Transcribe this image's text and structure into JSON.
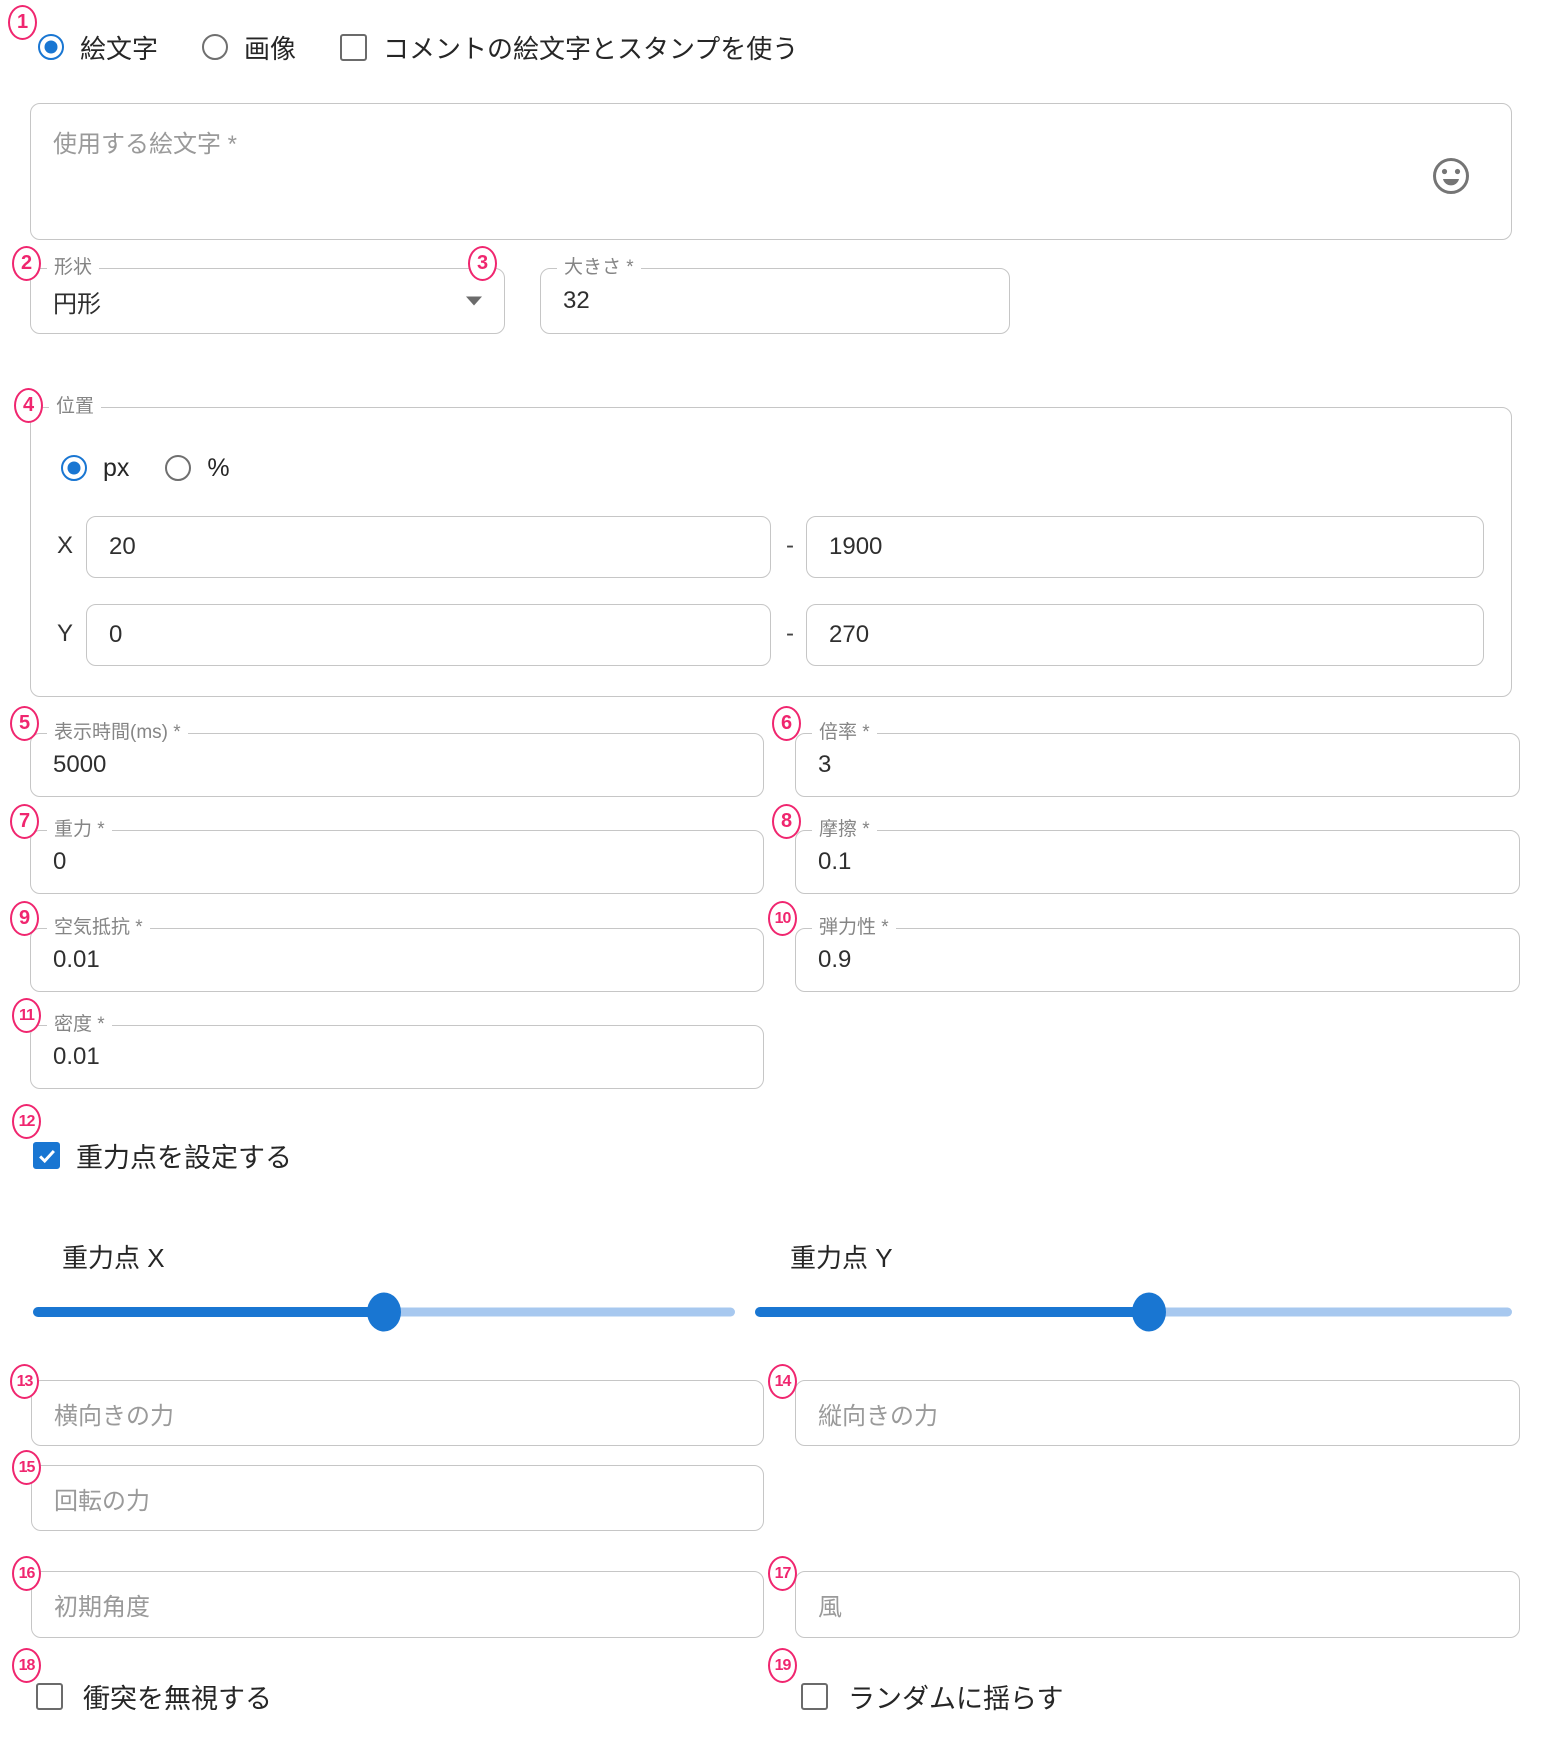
{
  "colors": {
    "accent_blue": "#1976d2",
    "annotation_pink": "#f0266f",
    "slider_track_light": "#a7c8ef",
    "field_border": "#c6c6c6"
  },
  "annotations": [
    "1",
    "2",
    "3",
    "4",
    "5",
    "6",
    "7",
    "8",
    "9",
    "10",
    "11",
    "12",
    "13",
    "14",
    "15",
    "16",
    "17",
    "18",
    "19"
  ],
  "top_row": {
    "emoji_radio_label": "絵文字",
    "image_radio_label": "画像",
    "comment_checkbox_label": "コメントの絵文字とスタンプを使う",
    "emoji_selected": true,
    "comment_checked": false
  },
  "emoji_textarea": {
    "placeholder": "使用する絵文字 *",
    "value": "",
    "icon": "emoji-smiley-icon"
  },
  "shape_select": {
    "label": "形状",
    "value": "円形",
    "icon": "dropdown-arrow-icon"
  },
  "size_field": {
    "label": "大きさ *",
    "value": "32"
  },
  "position": {
    "legend": "位置",
    "px_label": "px",
    "percent_label": "%",
    "unit_selected": "px",
    "x_label": "X",
    "x_min": "20",
    "x_max": "1900",
    "y_label": "Y",
    "y_min": "0",
    "y_max": "270",
    "separator": "-"
  },
  "fields": {
    "duration": {
      "label": "表示時間(ms) *",
      "value": "5000"
    },
    "scale": {
      "label": "倍率 *",
      "value": "3"
    },
    "gravity": {
      "label": "重力 *",
      "value": "0"
    },
    "friction": {
      "label": "摩擦 *",
      "value": "0.1"
    },
    "air": {
      "label": "空気抵抗 *",
      "value": "0.01"
    },
    "restitution": {
      "label": "弾力性 *",
      "value": "0.9"
    },
    "density": {
      "label": "密度 *",
      "value": "0.01"
    }
  },
  "gravity_point": {
    "checkbox_label": "重力点を設定する",
    "checked": true,
    "x_label": "重力点 X",
    "y_label": "重力点 Y",
    "x_percent": 50,
    "y_percent": 52
  },
  "force_fields": {
    "horizontal_placeholder": "横向きの力",
    "vertical_placeholder": "縦向きの力",
    "rotation_placeholder": "回転の力",
    "angle_placeholder": "初期角度",
    "wind_placeholder": "風"
  },
  "bottom_checkboxes": {
    "ignore_collision_label": "衝突を無視する",
    "ignore_collision_checked": false,
    "random_shake_label": "ランダムに揺らす",
    "random_shake_checked": false
  }
}
